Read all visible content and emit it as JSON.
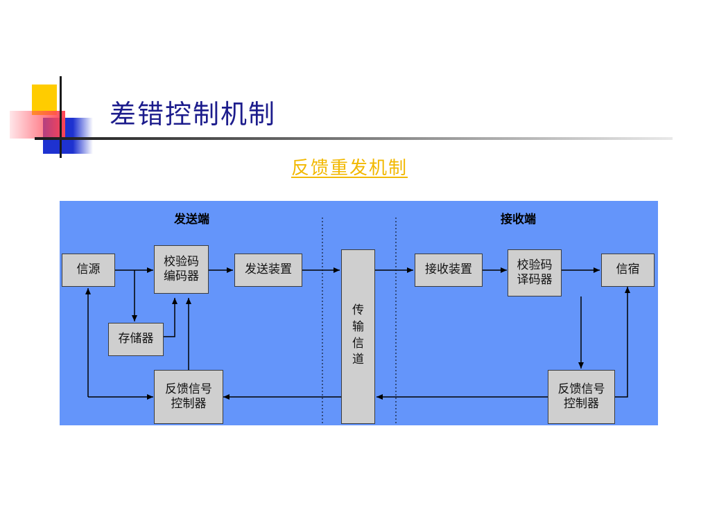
{
  "slide": {
    "title": "差错控制机制",
    "subtitle": "反馈重发机制"
  },
  "diagram": {
    "sender_label": "发送端",
    "receiver_label": "接收端",
    "source": "信源",
    "encoder_line1": "校验码",
    "encoder_line2": "编码器",
    "transmitter": "发送装置",
    "storage": "存储器",
    "feedback_tx_line1": "反馈信号",
    "feedback_tx_line2": "控制器",
    "channel_chars": [
      "传",
      "输",
      "信",
      "道"
    ],
    "receiver": "接收装置",
    "decoder_line1": "校验码",
    "decoder_line2": "译码器",
    "sink": "信宿",
    "feedback_rx_line1": "反馈信号",
    "feedback_rx_line2": "控制器"
  },
  "colors": {
    "title": "#1c1c8c",
    "subtitle": "#f2b800",
    "panel_bg": "#6495fa",
    "box_fill": "#cfcfcf"
  }
}
